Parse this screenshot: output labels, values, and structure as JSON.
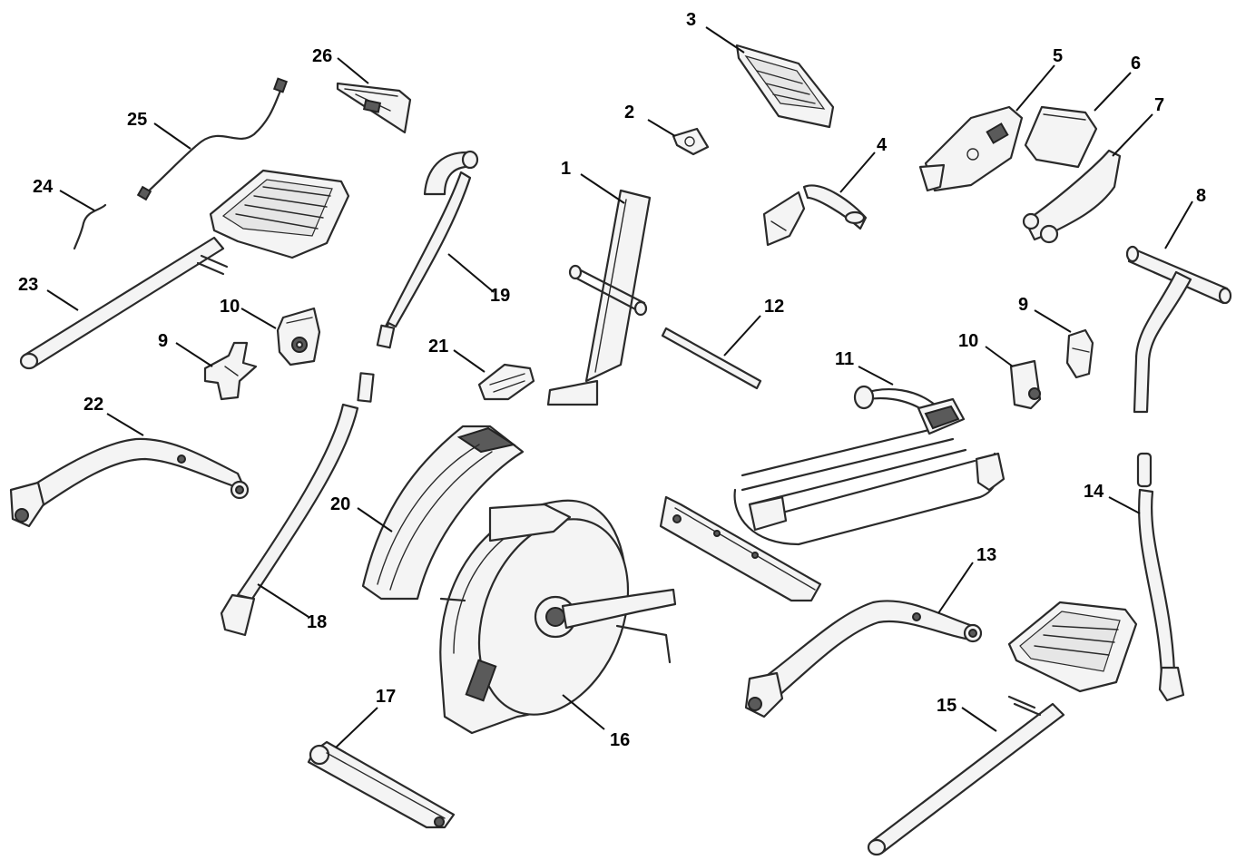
{
  "callouts": {
    "c1": "1",
    "c2": "2",
    "c3": "3",
    "c4": "4",
    "c5": "5",
    "c6": "6",
    "c7": "7",
    "c8": "8",
    "c9a": "9",
    "c9b": "9",
    "c10a": "10",
    "c10b": "10",
    "c11": "11",
    "c12": "12",
    "c13": "13",
    "c14": "14",
    "c15": "15",
    "c16": "16",
    "c17": "17",
    "c18": "18",
    "c19": "19",
    "c20": "20",
    "c21": "21",
    "c22": "22",
    "c23": "23",
    "c24": "24",
    "c25": "25",
    "c26": "26"
  }
}
